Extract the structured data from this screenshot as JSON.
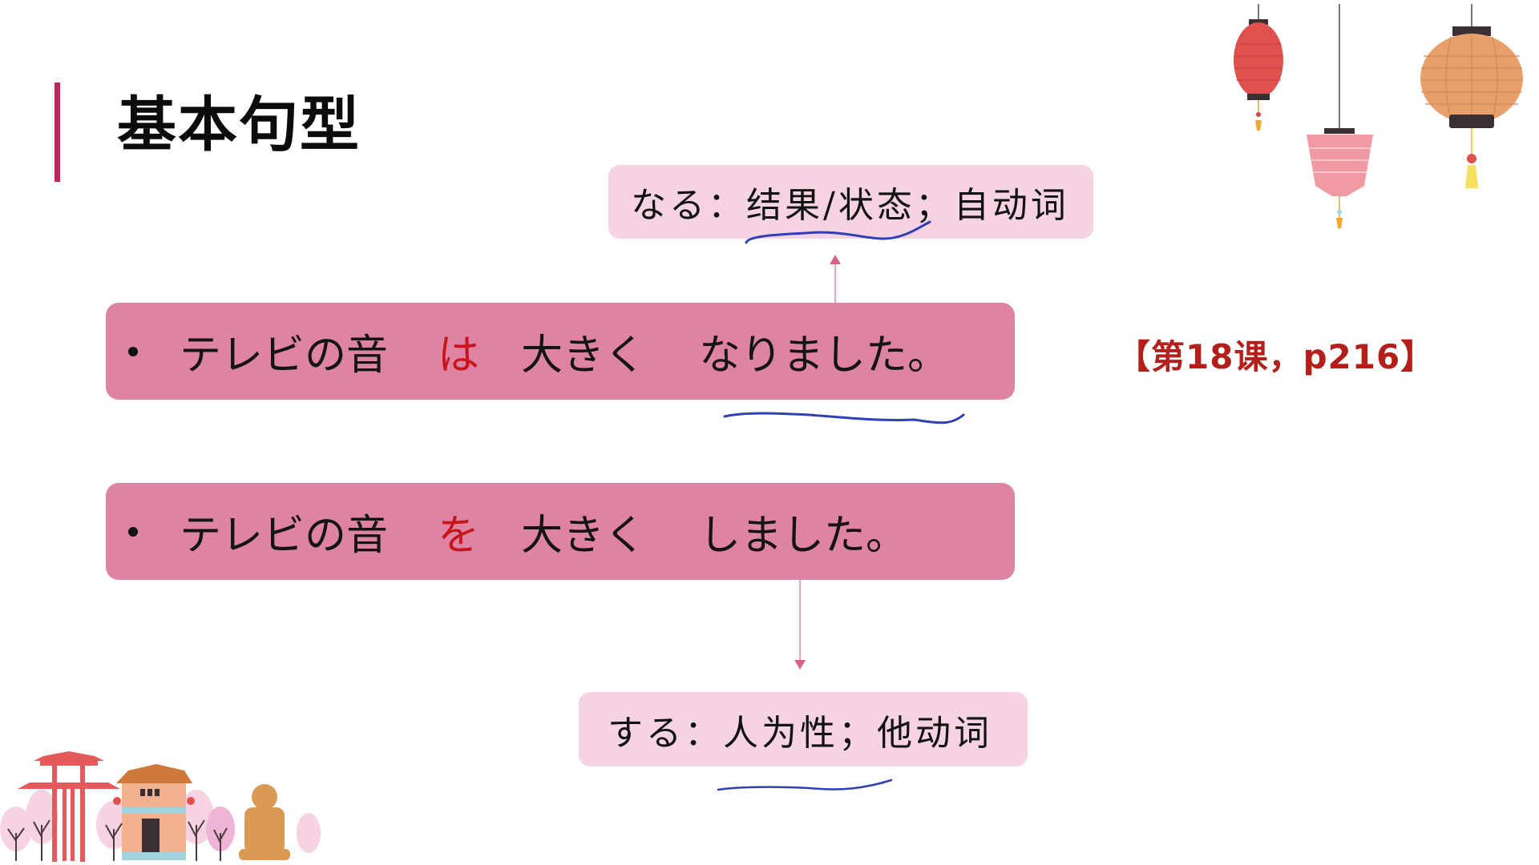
{
  "slide": {
    "title": "基本句型",
    "reference": "【第18课，p216】",
    "notes": {
      "top": "なる：结果/状态；自动词",
      "bottom": "する：人为性；他动词"
    },
    "sentences": [
      {
        "segments": [
          "テレビの音",
          "は",
          "大きく",
          "なりました。"
        ],
        "particle_index": 1
      },
      {
        "segments": [
          "テレビの音",
          "を",
          "大きく",
          "しました。"
        ],
        "particle_index": 1
      }
    ],
    "colors": {
      "accent_bar": "#c2265a",
      "sentence_box": "#de83a1",
      "note_box": "#f6d3e3",
      "particle": "#c7161b",
      "reference": "#b3201b",
      "ink_annotation": "#2f3fb8"
    },
    "decorations": [
      "paper-lanterns",
      "temple-scenery"
    ]
  }
}
